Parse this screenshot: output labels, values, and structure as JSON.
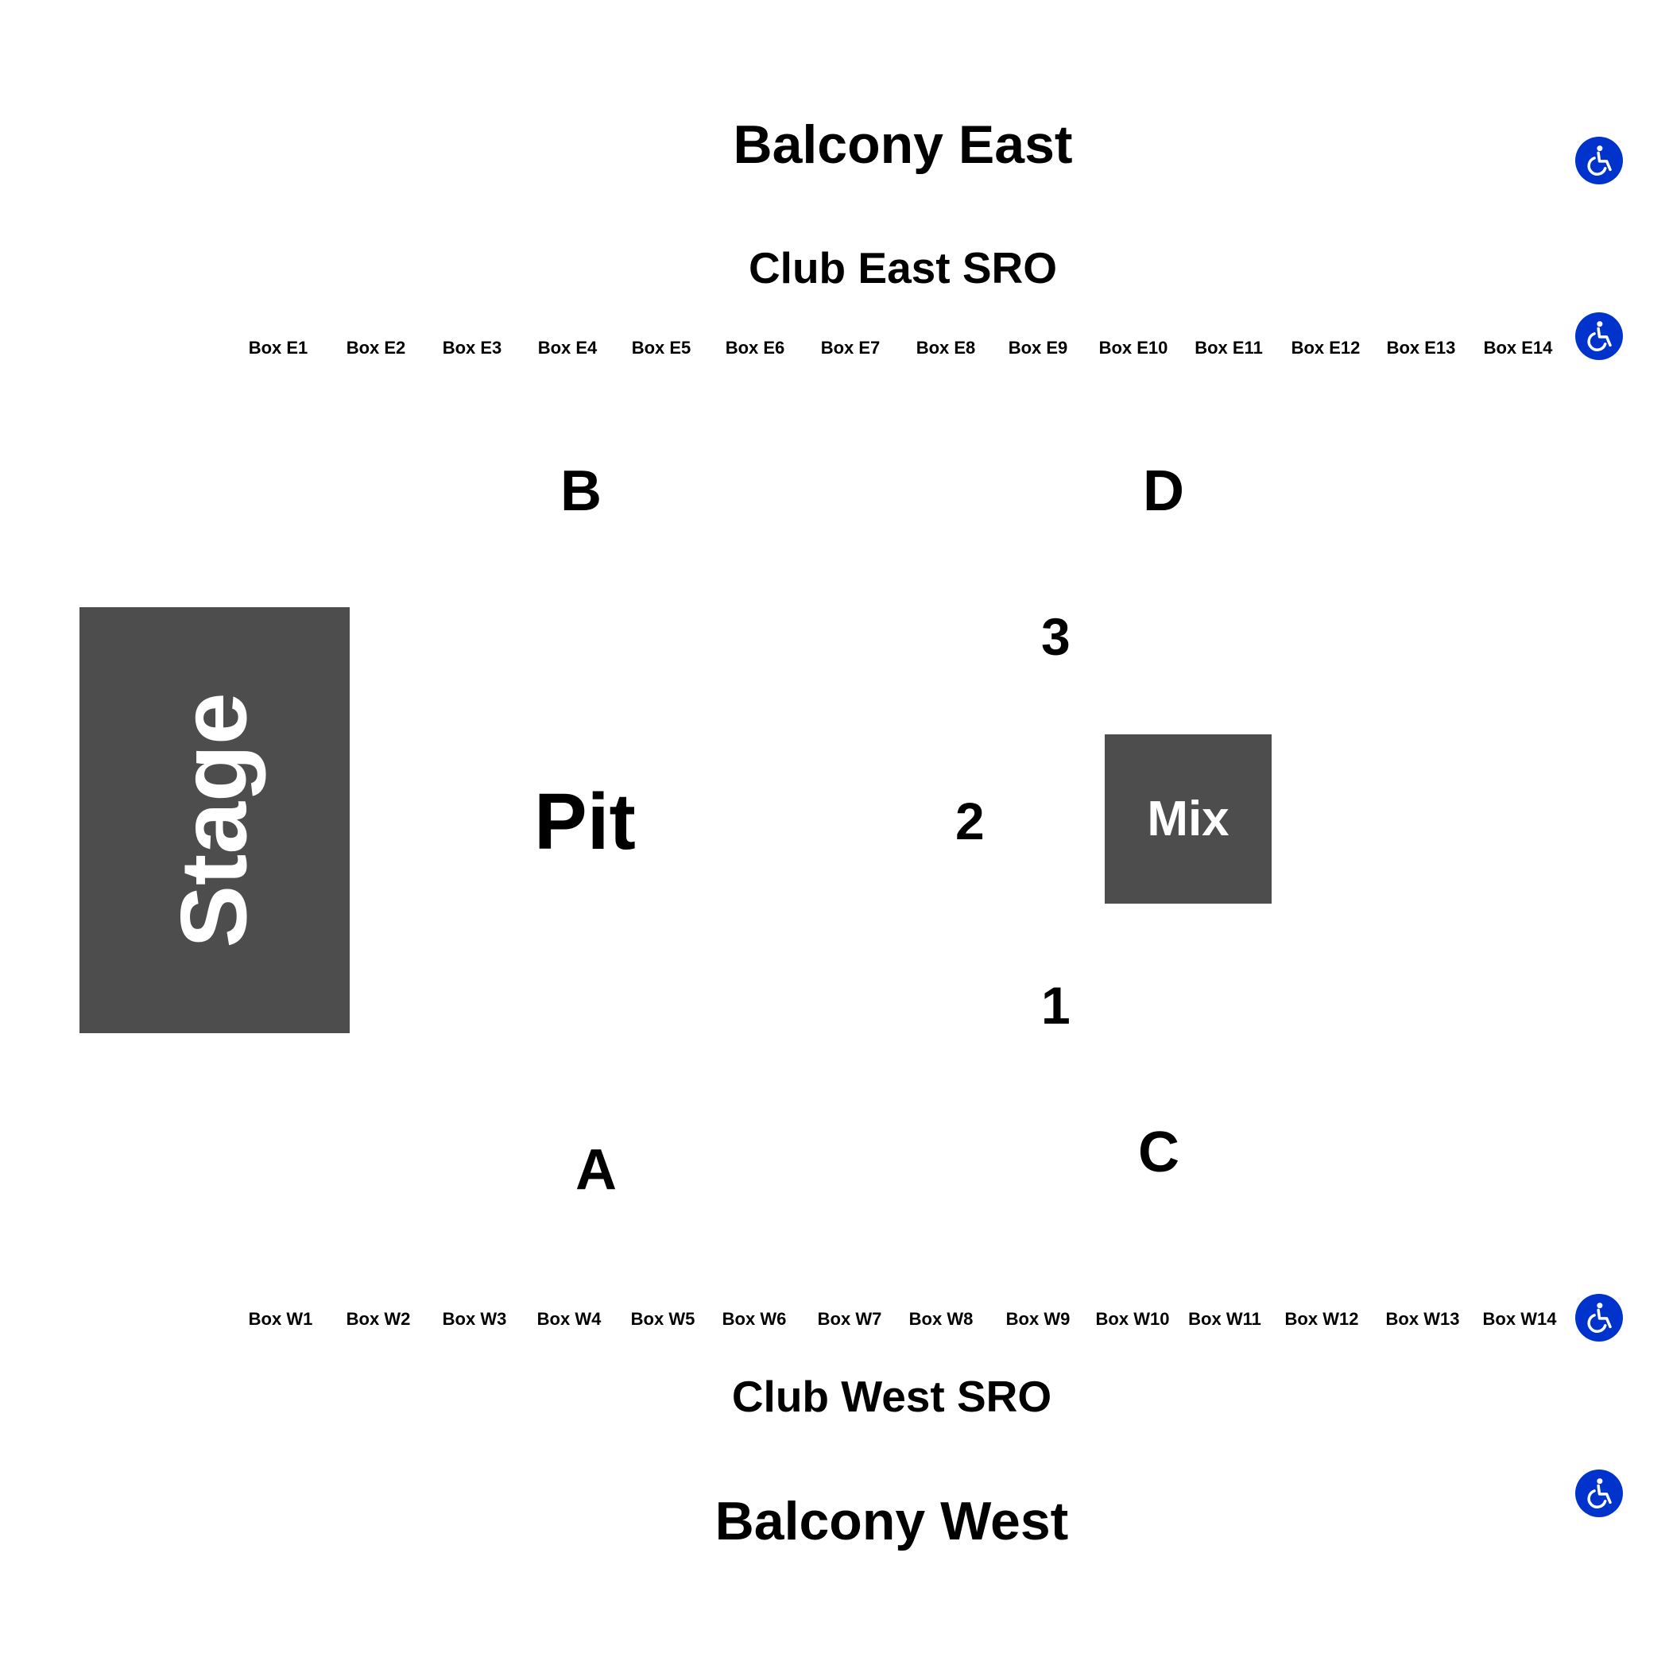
{
  "balcony_east": "Balcony East",
  "club_east": "Club East SRO",
  "club_west": "Club West SRO",
  "balcony_west": "Balcony West",
  "stage": "Stage",
  "mix": "Mix",
  "pit": "Pit",
  "sections": {
    "a": "A",
    "b": "B",
    "c": "C",
    "d": "D"
  },
  "rows": {
    "r1": "1",
    "r2": "2",
    "r3": "3"
  },
  "east_boxes": [
    "Box E1",
    "Box E2",
    "Box E3",
    "Box E4",
    "Box E5",
    "Box E6",
    "Box E7",
    "Box E8",
    "Box E9",
    "Box E10",
    "Box E11",
    "Box E12",
    "Box E13",
    "Box E14"
  ],
  "west_boxes": [
    "Box W1",
    "Box W2",
    "Box W3",
    "Box W4",
    "Box W5",
    "Box W6",
    "Box W7",
    "Box W8",
    "Box W9",
    "Box W10",
    "Box W11",
    "Box W12",
    "Box W13",
    "Box W14"
  ],
  "accessible_icon": "wheelchair-icon",
  "colors": {
    "block": "#4d4d4d",
    "accessible": "#0033cc"
  }
}
